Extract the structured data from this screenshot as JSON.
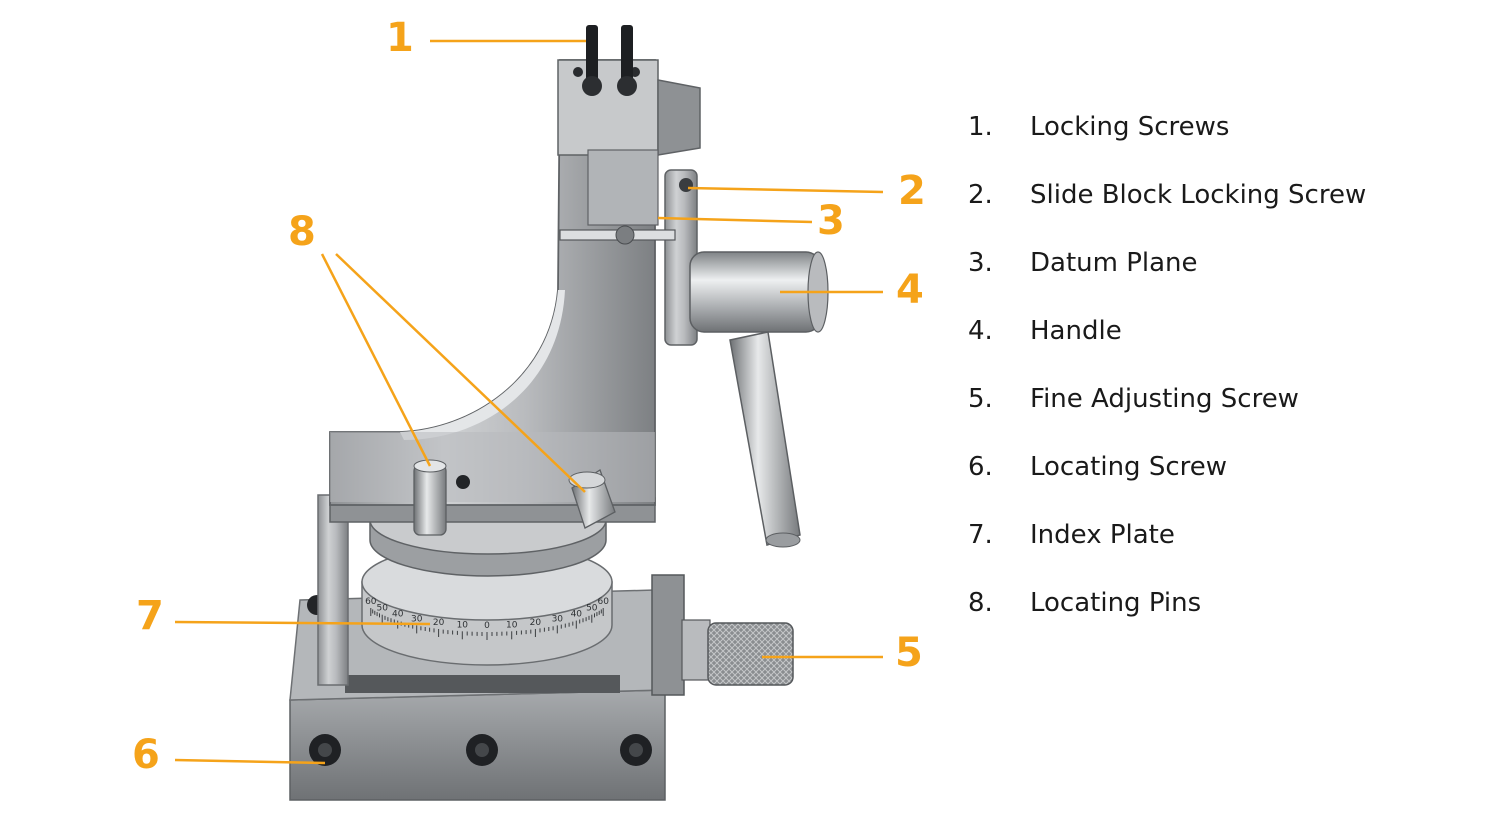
{
  "accent_color": "#F5A31A",
  "callouts": [
    {
      "number": "1"
    },
    {
      "number": "2"
    },
    {
      "number": "3"
    },
    {
      "number": "4"
    },
    {
      "number": "5"
    },
    {
      "number": "6"
    },
    {
      "number": "7"
    },
    {
      "number": "8"
    }
  ],
  "legend": [
    {
      "number": "1.",
      "label": "Locking Screws"
    },
    {
      "number": "2.",
      "label": "Slide Block Locking Screw"
    },
    {
      "number": "3.",
      "label": "Datum Plane"
    },
    {
      "number": "4.",
      "label": "Handle"
    },
    {
      "number": "5.",
      "label": "Fine Adjusting Screw"
    },
    {
      "number": "6.",
      "label": "Locating Screw"
    },
    {
      "number": "7.",
      "label": "Index Plate"
    },
    {
      "number": "8.",
      "label": "Locating Pins"
    }
  ],
  "dial_scale": [
    "60",
    "50",
    "40",
    "30",
    "20",
    "10",
    "0",
    "10",
    "20",
    "30",
    "40",
    "50",
    "60"
  ]
}
